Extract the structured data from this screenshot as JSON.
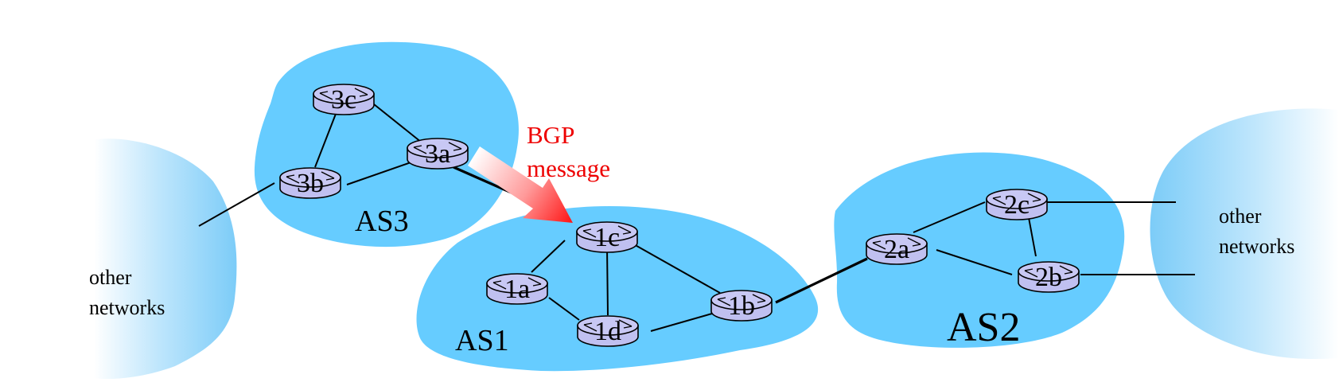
{
  "routers": {
    "r3c": "3c",
    "r3a": "3a",
    "r3b": "3b",
    "r1c": "1c",
    "r1a": "1a",
    "r1d": "1d",
    "r1b": "1b",
    "r2a": "2a",
    "r2c": "2c",
    "r2b": "2b"
  },
  "autonomous_systems": {
    "as1": "AS1",
    "as2": "AS2",
    "as3": "AS3"
  },
  "other_networks": {
    "left_line1": "other",
    "left_line2": "networks",
    "right_line1": "other",
    "right_line2": "networks"
  },
  "message": {
    "line1": "BGP",
    "line2": "message"
  },
  "colors": {
    "as_cloud": "#66ccff",
    "other_network_cloud": "#8fd4fb",
    "router_fill": "#c8c8f4",
    "message_text": "#ee0000",
    "message_arrow": "#ff2a2a"
  }
}
